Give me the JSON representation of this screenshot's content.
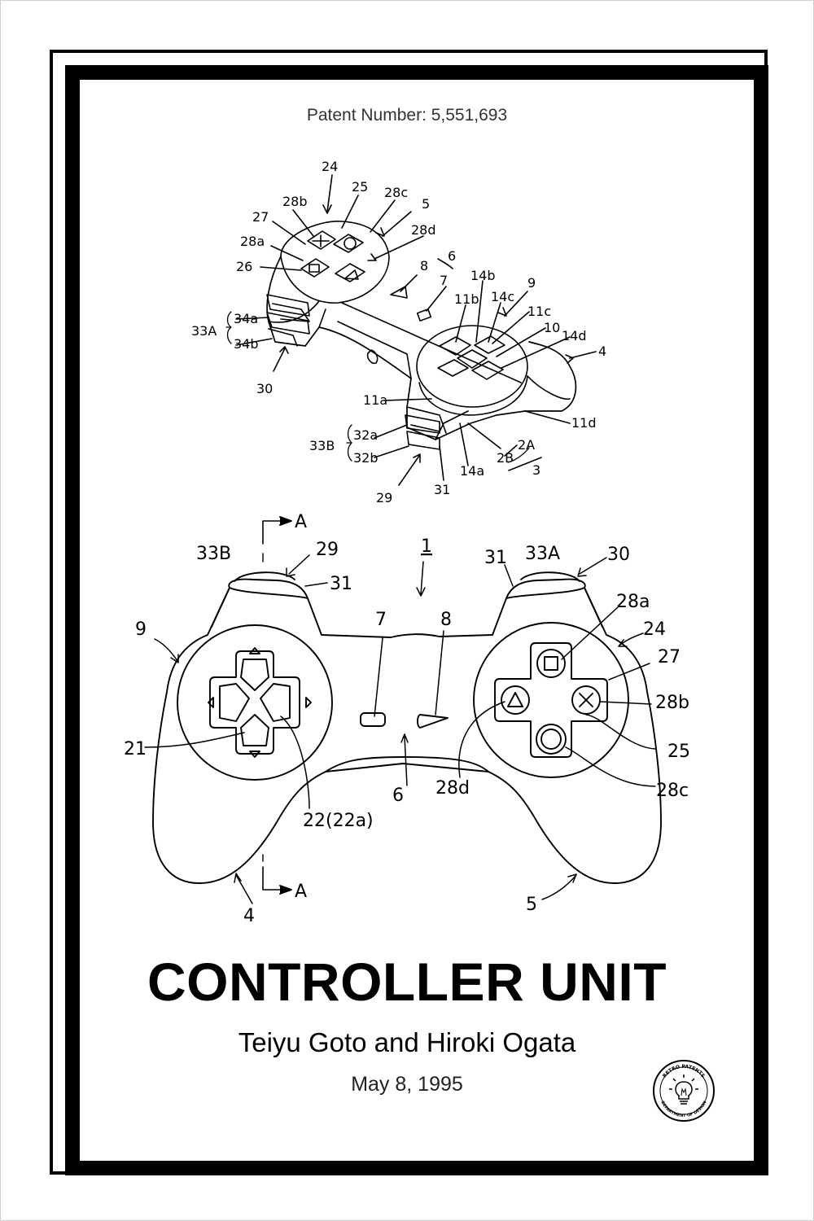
{
  "patent_number_text": "Patent Number: 5,551,693",
  "title": "CONTROLLER UNIT",
  "inventors": "Teiyu Goto and Hiroki Ogata",
  "date": "May 8, 1995",
  "seal": {
    "top_text": "RETRO PATENTS",
    "bottom_text": "DEPARTMENT OF DESIGN",
    "icon": "lightbulb-icon"
  },
  "figure_top_labels": {
    "l24": "24",
    "l25": "25",
    "l28b": "28b",
    "l28c": "28c",
    "l5": "5",
    "l27": "27",
    "l28d": "28d",
    "l28a": "28a",
    "l26": "26",
    "l6": "6",
    "l8": "8",
    "l7": "7",
    "l14b": "14b",
    "l9": "9",
    "l11b": "11b",
    "l14c": "14c",
    "l11c": "11c",
    "l10": "10",
    "l14d": "14d",
    "l4": "4",
    "l33A": "33A",
    "l34a": "34a",
    "l34b": "34b",
    "l30": "30",
    "l11a": "11a",
    "l11d": "11d",
    "l33B": "33B",
    "l32a": "32a",
    "l32b": "32b",
    "l2A": "2A",
    "l2B": "2B",
    "l14a": "14a",
    "l3": "3",
    "l29": "29",
    "l31": "31"
  },
  "figure_bottom_labels": {
    "A_top": "A",
    "A_bottom": "A",
    "l33B": "33B",
    "l29": "29",
    "l31_left": "31",
    "l1": "1",
    "l31_right": "31",
    "l33A": "33A",
    "l30": "30",
    "l28a": "28a",
    "l9": "9",
    "l7": "7",
    "l8": "8",
    "l24": "24",
    "l27": "27",
    "l28b": "28b",
    "l21": "21",
    "l25": "25",
    "l28d": "28d",
    "l6": "6",
    "l28c": "28c",
    "l22": "22(22a)",
    "l4": "4",
    "l5": "5"
  }
}
